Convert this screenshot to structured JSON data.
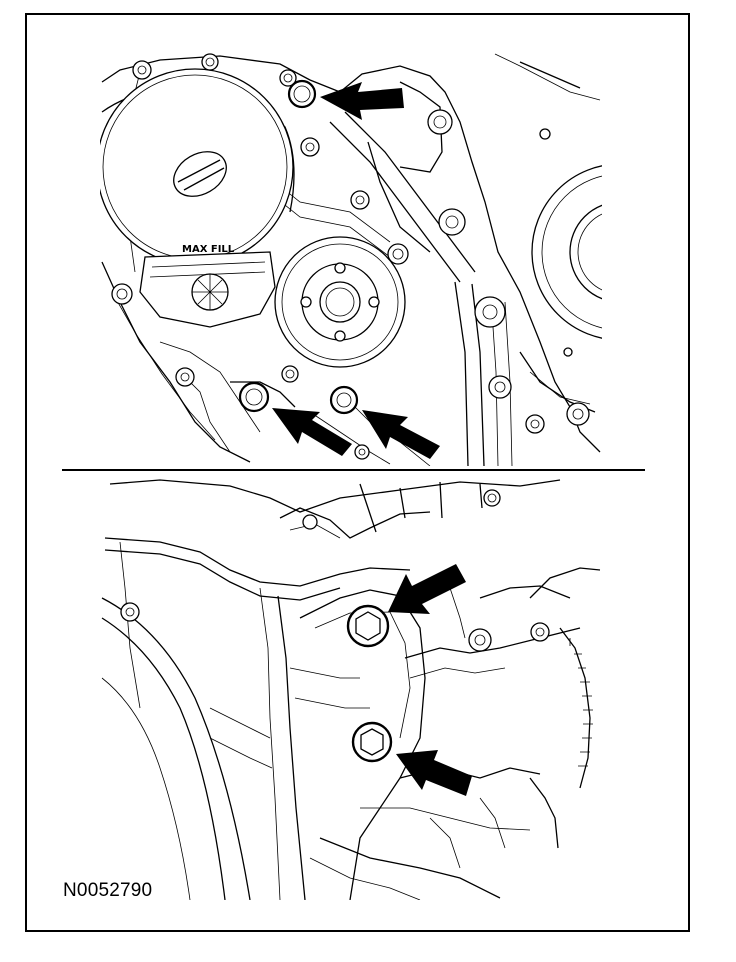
{
  "figure_id": "N0052790",
  "top_view": {
    "cover_label": "MAX FILL"
  },
  "callouts": {
    "top_view_arrows": 3,
    "bottom_view_arrows": 2
  },
  "colors": {
    "line": "#000000",
    "background": "#ffffff"
  }
}
